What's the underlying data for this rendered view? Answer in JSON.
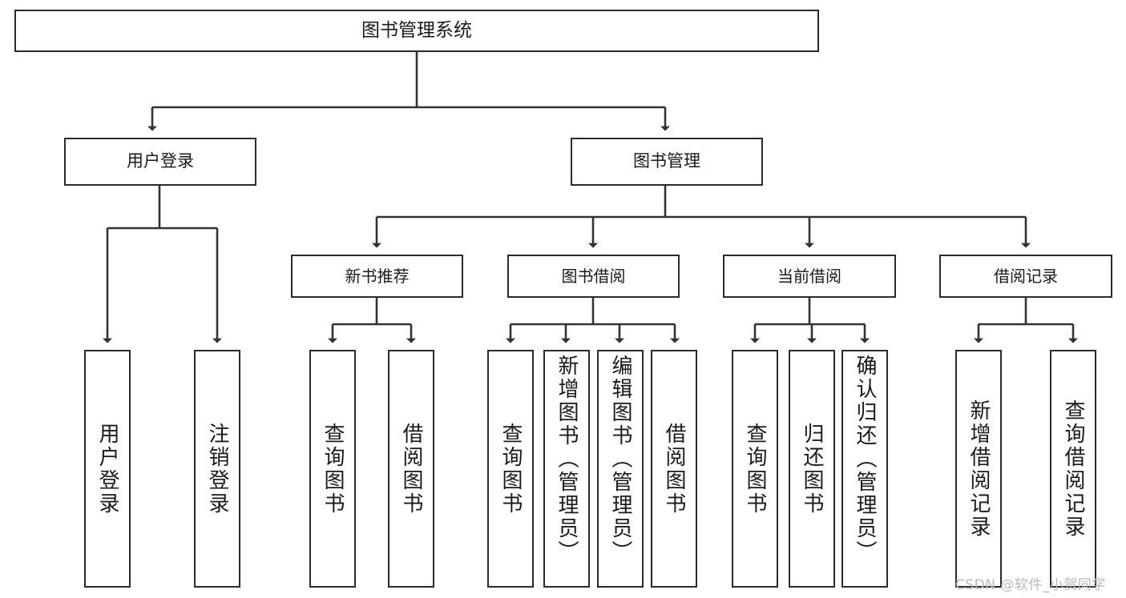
{
  "diagram": {
    "title": "图书管理系统",
    "type": "hierarchy-tree",
    "watermark": "CSDN @软件_小贺同学",
    "colors": {
      "box_border": "#2b2b2b",
      "text": "#1a1a1a",
      "connector": "#333333",
      "background": "#ffffff",
      "watermark": "#b9b9b9"
    },
    "nodes": {
      "root": {
        "label": "图书管理系统"
      },
      "tier1": [
        {
          "id": "user-login",
          "label": "用户登录"
        },
        {
          "id": "book-manage",
          "label": "图书管理"
        }
      ],
      "tier2": [
        {
          "id": "new-book-recommend",
          "label": "新书推荐"
        },
        {
          "id": "book-borrow",
          "label": "图书借阅"
        },
        {
          "id": "current-borrow",
          "label": "当前借阅"
        },
        {
          "id": "borrow-record",
          "label": "借阅记录"
        }
      ],
      "leaves": {
        "user-login": [
          {
            "id": "leaf-user-login",
            "label": "用户登录"
          },
          {
            "id": "leaf-logout",
            "label": "注销登录"
          }
        ],
        "new-book-recommend": [
          {
            "id": "leaf-query-book-1",
            "label": "查询图书"
          },
          {
            "id": "leaf-borrow-book-1",
            "label": "借阅图书"
          }
        ],
        "book-borrow": [
          {
            "id": "leaf-query-book-2",
            "label": "查询图书"
          },
          {
            "id": "leaf-add-book",
            "label": "新增图书（管理员）"
          },
          {
            "id": "leaf-edit-book",
            "label": "编辑图书（管理员）"
          },
          {
            "id": "leaf-borrow-book-2",
            "label": "借阅图书"
          }
        ],
        "current-borrow": [
          {
            "id": "leaf-query-book-3",
            "label": "查询图书"
          },
          {
            "id": "leaf-return-book",
            "label": "归还图书"
          },
          {
            "id": "leaf-confirm-return",
            "label": "确认归还（管理员）"
          }
        ],
        "borrow-record": [
          {
            "id": "leaf-add-record",
            "label": "新增借阅记录"
          },
          {
            "id": "leaf-query-record",
            "label": "查询借阅记录"
          }
        ]
      }
    }
  }
}
